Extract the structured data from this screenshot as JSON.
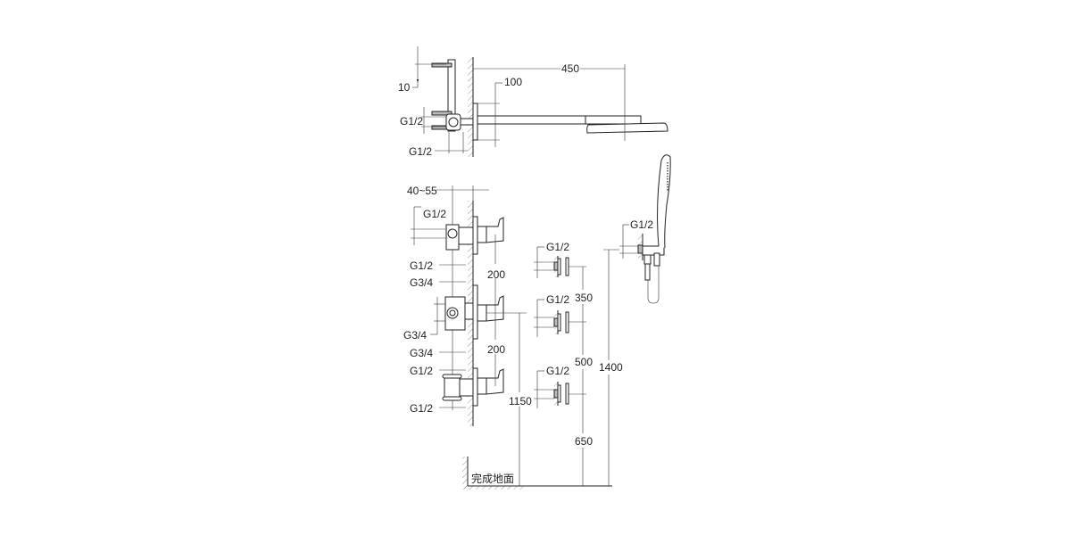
{
  "drawing": {
    "top_view": {
      "dim_10": "10",
      "dim_100": "100",
      "dim_450": "450",
      "thread_inlet": "G1/2",
      "thread_outlet": "G1/2"
    },
    "valves": {
      "dim_depth": "40~55",
      "valve1_thread_top": "G1/2",
      "valve1_thread_bottom": "G1/2",
      "valve2_thread_top": "G3/4",
      "valve2_thread_side": "G3/4",
      "valve2_thread_bottom": "G3/4",
      "valve3_thread_top": "G1/2",
      "valve3_thread_bottom": "G1/2",
      "dim_200_upper": "200",
      "dim_200_lower": "200",
      "dim_1150": "1150"
    },
    "body_jets": {
      "jet1_thread": "G1/2",
      "jet2_thread": "G1/2",
      "jet3_thread": "G1/2",
      "dim_350": "350",
      "dim_500": "500",
      "dim_650": "650"
    },
    "hand_shower": {
      "thread": "G1/2",
      "dim_1400": "1400"
    },
    "floor_label": "完成地面"
  }
}
